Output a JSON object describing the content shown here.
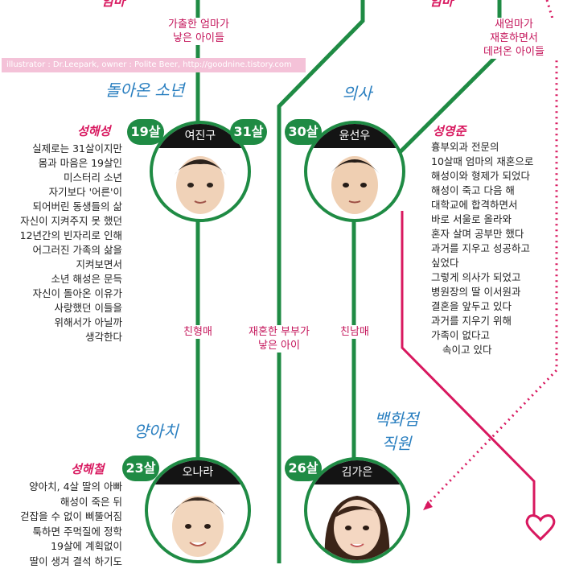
{
  "top": {
    "left_partial": "엄마",
    "right_partial": "엄마",
    "label_left": [
      "가출한 엄마가",
      "낳은 아이들"
    ],
    "label_right": [
      "새엄마가",
      "재혼하면서",
      "데려온 아이들"
    ]
  },
  "credit": "illustrator : Dr.Leepark, owner : Polite Beer, http://goodnine.tistory.com",
  "characters": {
    "c1": {
      "category": "돌아온 소년",
      "real_name": "성해성",
      "actor": "여진구",
      "age_left": "19살",
      "age_right": "31살",
      "desc": [
        "실제로는 31살이지만",
        "몸과 마음은 19살인",
        "미스터리 소년",
        "자기보다 '어른'이",
        "되어버린 동생들의 삶",
        "자신이 지켜주지 못 했던",
        "12년간의 빈자리로 인해",
        "어그러진 가족의 삶을",
        "지켜보면서",
        "소년 해성은 문득",
        "자신이 돌아온 이유가",
        "사랑했던 이들을",
        "위해서가 아닐까",
        "생각한다"
      ]
    },
    "c2": {
      "category": "의사",
      "real_name": "성영준",
      "actor": "윤선우",
      "age": "30살",
      "desc": [
        "흉부외과 전문의",
        "10살때 엄마의 재혼으로",
        "해성이와 형제가 되었다",
        "해성이 죽고 다음 해",
        "대학교에 합격하면서",
        "바로 서울로 올라와",
        "혼자 살며 공부만 했다",
        "과거를 지우고 성공하고",
        "싶었다",
        "그렇게 의사가 되었고",
        "병원장의 딸 이서원과",
        "결혼을 앞두고 있다",
        "과거를 지우기 위해",
        "가족이 없다고",
        "속이고 있다"
      ]
    },
    "c3": {
      "category": "양아치",
      "real_name": "성해철",
      "actor": "오나라",
      "age": "23살",
      "desc": [
        "양아치, 4살 딸의 아빠",
        "해성이 죽은 뒤",
        "걷잡을 수 없이 삐뚤어짐",
        "툭하면 주먹질에 정학",
        "19살에 계획없이",
        "딸이 생겨 결석 하기도"
      ]
    },
    "c4": {
      "category": [
        "백화점",
        "직원"
      ],
      "actor": "김가은",
      "age": "26살"
    }
  },
  "relations": {
    "r1": "친형매",
    "r2": [
      "재혼한 부부가",
      "낳은 아이"
    ],
    "r3": "친남매"
  },
  "colors": {
    "green": "#1f8b44",
    "magenta": "#d8185f",
    "blue": "#2a7fc0",
    "pink": "#f4c2d8"
  }
}
